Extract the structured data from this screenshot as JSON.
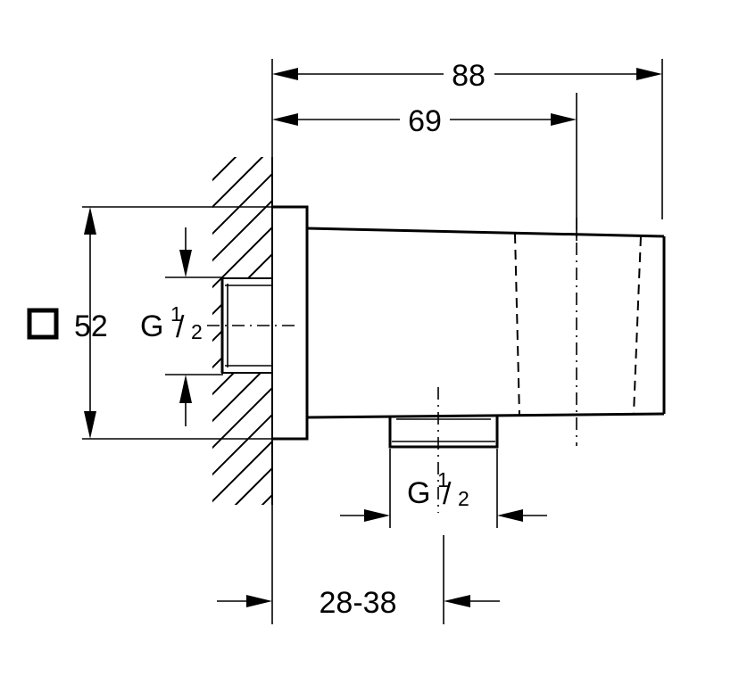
{
  "drawing": {
    "type": "engineering-dimension-drawing",
    "subject": "wall-mounted square shower outlet elbow",
    "units": "mm",
    "background_color": "#ffffff",
    "line_color": "#000000"
  },
  "dimensions": {
    "overall_length": {
      "label": "88",
      "name": "overall-length-dimension",
      "orientation": "horizontal",
      "position": "top"
    },
    "body_length": {
      "label": "69",
      "name": "body-length-dimension",
      "orientation": "horizontal",
      "position": "top-second"
    },
    "square_size": {
      "label": "52",
      "symbol": "square",
      "name": "square-size-dimension",
      "orientation": "vertical",
      "position": "left"
    },
    "inlet_thread": {
      "label_main": "G",
      "label_num": "1",
      "label_slash": "/",
      "label_den": "2",
      "name": "inlet-thread-dimension",
      "orientation": "vertical",
      "position": "left-inner"
    },
    "outlet_thread": {
      "label_main": "G",
      "label_num": "1",
      "label_slash": "/",
      "label_den": "2",
      "name": "outlet-thread-dimension",
      "orientation": "horizontal",
      "position": "bottom-inner"
    },
    "wall_offset": {
      "label": "28-38",
      "name": "wall-offset-dimension",
      "orientation": "horizontal",
      "position": "bottom"
    }
  },
  "features": {
    "wall_section": "hatched-wall",
    "flange": "square-flange-plate",
    "body": "tapered-body",
    "inlet_socket": "threaded-inlet-socket",
    "outlet_nipple": "threaded-outlet-nipple",
    "centerline": "horizontal-centerline"
  }
}
